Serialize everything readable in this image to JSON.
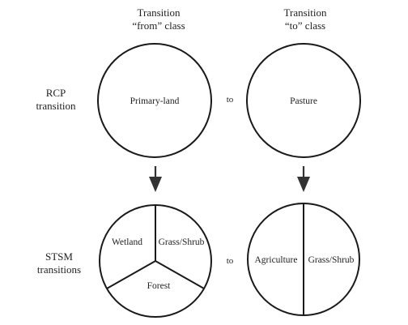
{
  "columns": {
    "from_header": [
      "Transition",
      "“from” class"
    ],
    "to_header": [
      "Transition",
      "“to” class"
    ]
  },
  "rows": {
    "rcp_label": [
      "RCP",
      "transition"
    ],
    "stsm_label": [
      "STSM",
      "transitions"
    ]
  },
  "rcp": {
    "from_class": "Primary-land",
    "connector": "to",
    "to_class": "Pasture"
  },
  "stsm": {
    "from_classes": [
      "Wetland",
      "Grass/Shrub",
      "Forest"
    ],
    "connector": "to",
    "to_classes": [
      "Agriculture",
      "Grass/Shrub"
    ]
  },
  "colors": {
    "stroke": "#1a1a1a",
    "arrow": "#333333",
    "text": "#222222"
  }
}
